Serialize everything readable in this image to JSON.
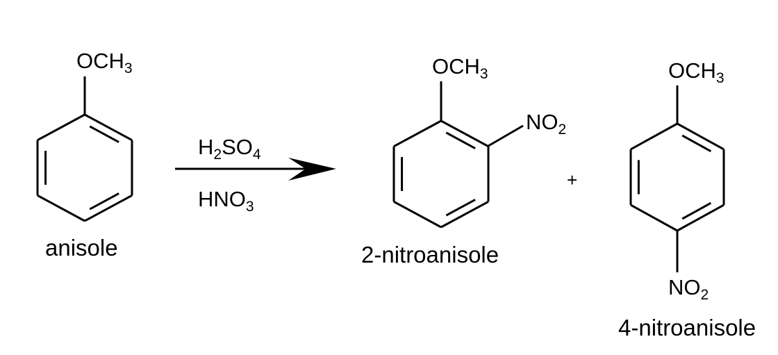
{
  "reaction": {
    "reactant": {
      "name": "anisole",
      "substituent": {
        "main": "OCH",
        "sub": "3"
      }
    },
    "reagents": {
      "top": {
        "parts": [
          "H",
          "2",
          "SO",
          "4"
        ]
      },
      "bottom": {
        "parts": [
          "HNO",
          "3"
        ]
      }
    },
    "plus": "+",
    "products": [
      {
        "name": "2-nitroanisole",
        "substituent": {
          "main": "OCH",
          "sub": "3"
        },
        "nitro": {
          "main": "NO",
          "sub": "2"
        }
      },
      {
        "name": "4-nitroanisole",
        "substituent": {
          "main": "OCH",
          "sub": "3"
        },
        "nitro": {
          "main": "NO",
          "sub": "2"
        }
      }
    ]
  }
}
